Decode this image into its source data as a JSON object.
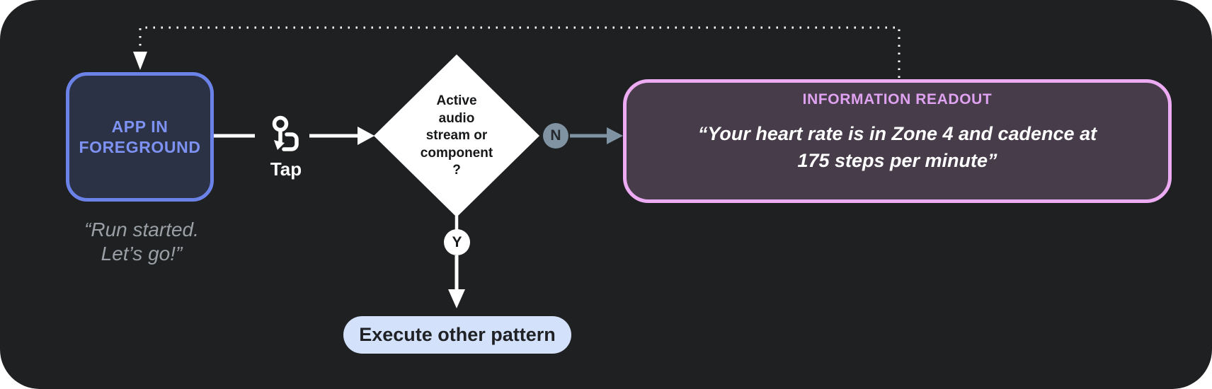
{
  "diagram": {
    "app_node": {
      "label": "APP IN\nFOREGROUND",
      "quote": "“Run started.\nLet’s go!”"
    },
    "tap": {
      "label": "Tap",
      "icon": "tap-gesture-icon"
    },
    "decision": {
      "label": "Active\naudio\nstream or\ncomponent\n?"
    },
    "branch_no": {
      "badge": "N"
    },
    "branch_yes": {
      "badge": "Y"
    },
    "readout_node": {
      "title": "INFORMATION READOUT",
      "quote": "“Your heart rate is in Zone 4 and cadence at\n175 steps per minute”"
    },
    "execute_node": {
      "label": "Execute other pattern"
    }
  },
  "colors": {
    "canvas_background": "#1f2022",
    "app_node_fill": "#2b3245",
    "app_node_border": "#6b82e8",
    "app_node_text": "#7d92f2",
    "quote_text": "#9aa0a6",
    "diamond_fill": "#ffffff",
    "diamond_text": "#17181a",
    "no_branch_gray": "#7f93a2",
    "readout_fill": "#473c49",
    "readout_border": "#ecabf3",
    "readout_title": "#dfa2f0",
    "readout_text": "#ffffff",
    "execute_pill_fill": "#d3e1fb",
    "execute_pill_text": "#1f2124",
    "connector_white": "#ffffff"
  }
}
